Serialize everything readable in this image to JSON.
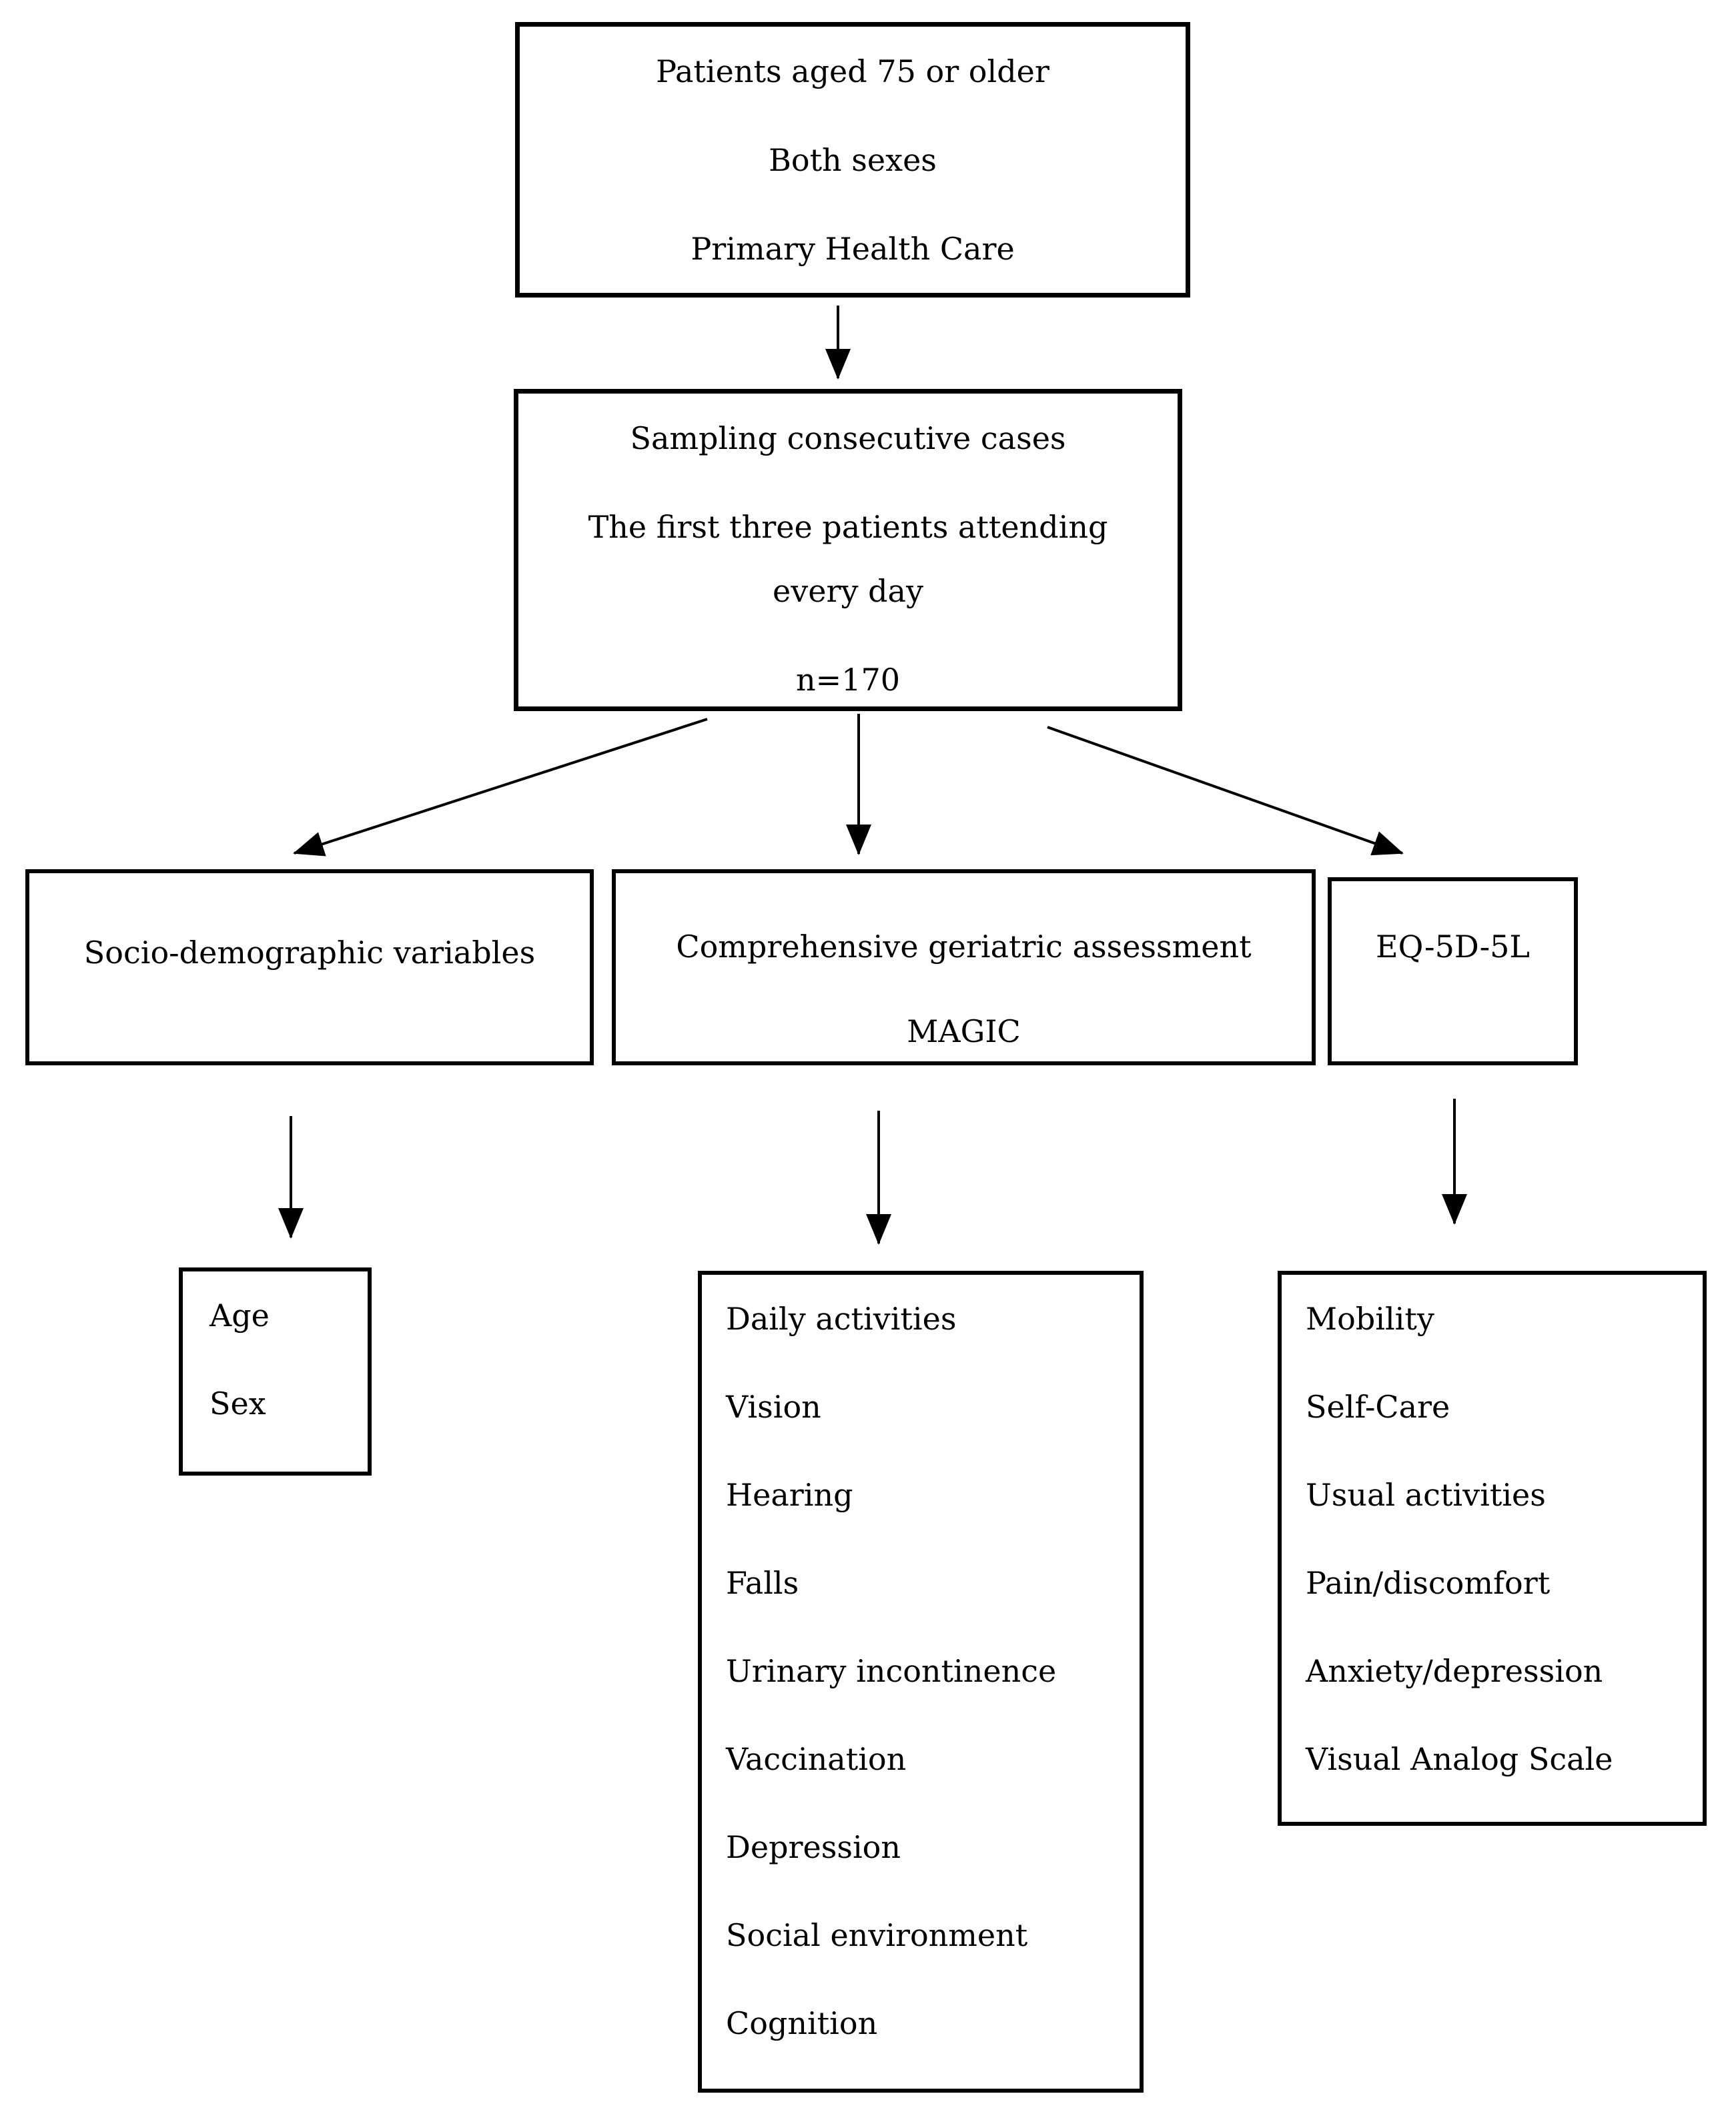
{
  "diagram": {
    "population_box": {
      "lines": [
        "Patients aged 75 or older",
        "Both sexes",
        "Primary Health Care"
      ]
    },
    "sampling_box": {
      "title": "Sampling consecutive cases",
      "description_line1": "The first three patients attending",
      "description_line2": "every day",
      "sample_size": "n=170"
    },
    "branch_boxes": {
      "sociodemographic": {
        "title": "Socio-demographic variables"
      },
      "geriatric_assessment": {
        "title": "Comprehensive geriatric assessment",
        "subtitle": "MAGIC"
      },
      "eq5d5l": {
        "title": "EQ-5D-5L"
      }
    },
    "detail_boxes": {
      "sociodemographic_items": [
        "Age",
        "Sex"
      ],
      "geriatric_assessment_items": [
        "Daily activities",
        "Vision",
        "Hearing",
        "Falls",
        "Urinary incontinence",
        "Vaccination",
        "Depression",
        "Social environment",
        "Cognition"
      ],
      "eq5d5l_items": [
        "Mobility",
        "Self-Care",
        "Usual activities",
        "Pain/discomfort",
        "Anxiety/depression",
        "Visual Analog Scale"
      ]
    }
  },
  "colors": {
    "ink": "#000000",
    "paper": "#ffffff"
  }
}
